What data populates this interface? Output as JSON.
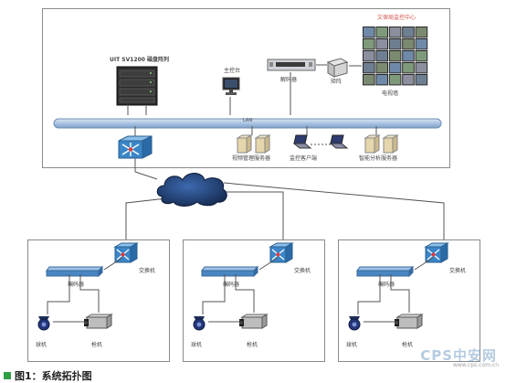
{
  "center": {
    "title": "文保局监控中心",
    "storage_label": "UIT SV1200 磁盘阵列",
    "console_label": "主控台",
    "decoder_label": "解码器",
    "matrix_label": "矩阵",
    "wall_label": "电视墙",
    "lan_label": "LAN",
    "video_server_label": "视频管理服务器",
    "client_label": "监控客户端",
    "analysis_label": "智能分析服务器"
  },
  "sites": [
    {
      "switch_label": "交换机",
      "encoder_label": "编码器",
      "dome_label": "球机",
      "camera_label": "枪机"
    },
    {
      "switch_label": "交换机",
      "encoder_label": "编码器",
      "dome_label": "球机",
      "camera_label": "枪机"
    },
    {
      "switch_label": "交换机",
      "encoder_label": "编码器",
      "dome_label": "球机",
      "camera_label": "枪机"
    }
  ],
  "caption": "图1：系统拓扑图",
  "watermark": "CPS中安网",
  "watermark_url": "www.cps.com.cn",
  "colors": {
    "lan_bar": "#a9c3e2",
    "switch_blue": "#3a86c8",
    "cloud": "#1f3f72",
    "title_red": "#d0534b",
    "caption_green": "#2f9e44"
  }
}
